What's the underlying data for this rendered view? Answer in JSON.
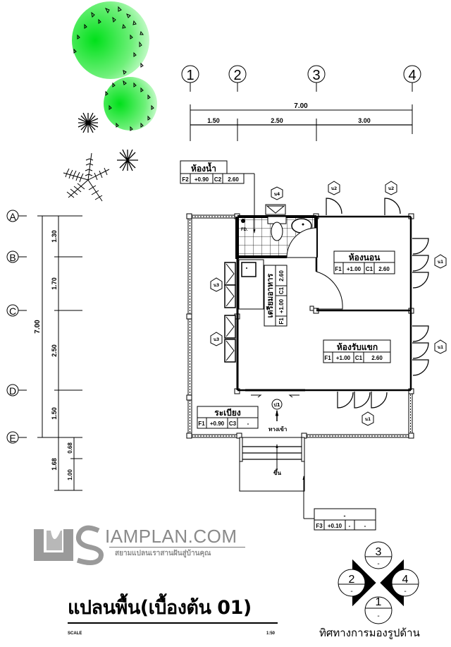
{
  "drawing": {
    "title": "แปลนพื้น(เบื้องต้น 01)",
    "scale_label": "SCALE",
    "scale_value": "1:50"
  },
  "grid": {
    "columns": [
      {
        "label": "1"
      },
      {
        "label": "2"
      },
      {
        "label": "3"
      },
      {
        "label": "4"
      }
    ],
    "rows": [
      {
        "label": "A"
      },
      {
        "label": "B"
      },
      {
        "label": "C"
      },
      {
        "label": "D"
      },
      {
        "label": "E"
      }
    ],
    "horizontal_dims": {
      "total": "7.00",
      "segments": [
        "1.50",
        "2.50",
        "3.00"
      ]
    },
    "vertical_dims": {
      "total": "7.00",
      "segments": [
        "1.30",
        "1.70",
        "2.50",
        "1.50"
      ],
      "stair_total": "1.68",
      "stair_segments": [
        "0.68",
        "1.00"
      ]
    }
  },
  "rooms": [
    {
      "name": "ห้องน้ำ",
      "floor": "F2",
      "level": "+0.90",
      "ceiling": "C2",
      "height": "2.60"
    },
    {
      "name": "ห้องนอน",
      "floor": "F1",
      "level": "+1.00",
      "ceiling": "C1",
      "height": "2.60"
    },
    {
      "name": "เตรียมอาหาร",
      "floor": "F1",
      "level": "+1.00",
      "ceiling": "C1",
      "height": "2.60"
    },
    {
      "name": "ห้องรับแขก",
      "floor": "F1",
      "level": "+1.00",
      "ceiling": "C1",
      "height": "2.60"
    },
    {
      "name": "ระเบียง",
      "floor": "F1",
      "level": "+0.90",
      "ceiling": "C3",
      "height": "-"
    },
    {
      "name": "-",
      "floor": "F3",
      "level": "+0.10",
      "ceiling": "-",
      "height": "-"
    }
  ],
  "tags": {
    "window_n4": "น4",
    "window_n2": "น2",
    "window_n1": "น1",
    "window_n3": "น3",
    "door_p1": "ป1",
    "floor_drain": "FD."
  },
  "annotations": {
    "entrance": "ทางเข้า",
    "up": "ขึ้น"
  },
  "view_directions": {
    "caption": "ทิศทางการมองรูปด้าน",
    "items": [
      {
        "num": "3",
        "sub": "-"
      },
      {
        "num": "2",
        "sub": "-"
      },
      {
        "num": "4",
        "sub": "-"
      },
      {
        "num": "1",
        "sub": "-"
      }
    ]
  },
  "logo": {
    "main": "IAMPLAN.COM",
    "tagline": "สยามแปลนเราสานฝันสู่บ้านคุณ"
  },
  "colors": {
    "tree_green": "#1fdc2a",
    "logo_gray": "#8a8a8a"
  }
}
